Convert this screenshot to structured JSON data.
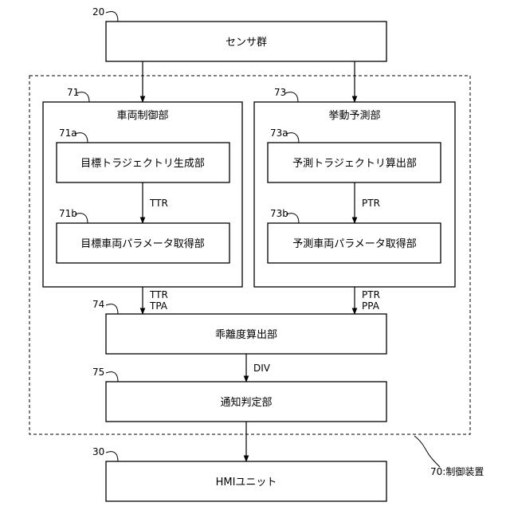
{
  "blocks": {
    "sensor": {
      "ref": "20",
      "label": "センサ群"
    },
    "vehicle_control": {
      "ref": "71",
      "label": "車両制御部"
    },
    "target_trajectory": {
      "ref": "71a",
      "label": "目標トラジェクトリ生成部"
    },
    "target_params": {
      "ref": "71b",
      "label": "目標車両パラメータ取得部"
    },
    "behavior_prediction": {
      "ref": "73",
      "label": "挙動予測部"
    },
    "predicted_trajectory": {
      "ref": "73a",
      "label": "予測トラジェクトリ算出部"
    },
    "predicted_params": {
      "ref": "73b",
      "label": "予測車両パラメータ取得部"
    },
    "divergence": {
      "ref": "74",
      "label": "乖離度算出部"
    },
    "notification": {
      "ref": "75",
      "label": "通知判定部"
    },
    "hmi": {
      "ref": "30",
      "label": "HMIユニット"
    },
    "controller": {
      "label": "70:制御装置"
    }
  },
  "signals": {
    "ttr": "TTR",
    "ptr": "PTR",
    "tpa": "TPA",
    "ppa": "PPA",
    "div": "DIV"
  }
}
